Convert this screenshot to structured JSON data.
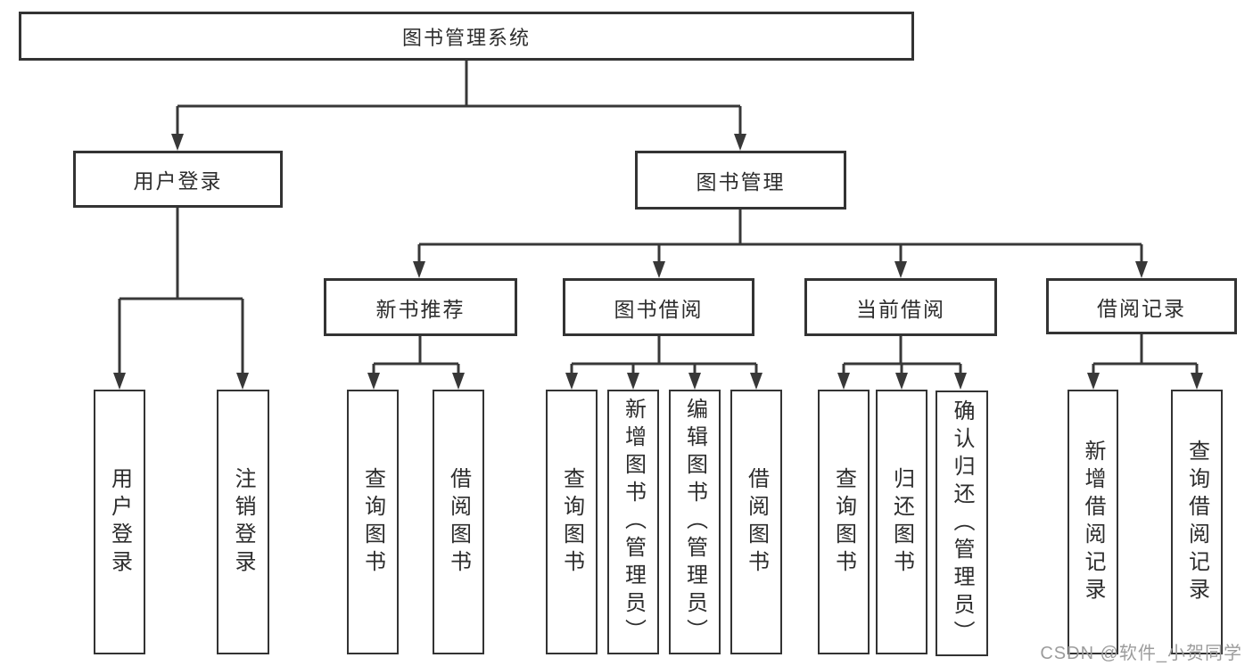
{
  "nodes": {
    "root": "图书管理系统",
    "user_login": "用户登录",
    "book_mgmt": "图书管理",
    "new_book_rec": "新书推荐",
    "book_borrow": "图书借阅",
    "current_borrow": "当前借阅",
    "borrow_records": "借阅记录",
    "ul_login": "用户登录",
    "ul_logout": "注销登录",
    "nb_query": "查询图书",
    "nb_borrow": "借阅图书",
    "bb_query": "查询图书",
    "bb_add": "新增图书（管理员）",
    "bb_edit": "编辑图书（管理员）",
    "bb_borrow": "借阅图书",
    "cb_query": "查询图书",
    "cb_return": "归还图书",
    "cb_confirm": "确认归还（管理员）",
    "br_add": "新增借阅记录",
    "br_query": "查询借阅记录"
  },
  "hierarchy": {
    "图书管理系统": {
      "用户登录": [
        "用户登录",
        "注销登录"
      ],
      "图书管理": {
        "新书推荐": [
          "查询图书",
          "借阅图书"
        ],
        "图书借阅": [
          "查询图书",
          "新增图书（管理员）",
          "编辑图书（管理员）",
          "借阅图书"
        ],
        "当前借阅": [
          "查询图书",
          "归还图书",
          "确认归还（管理员）"
        ],
        "借阅记录": [
          "新增借阅记录",
          "查询借阅记录"
        ]
      }
    }
  },
  "watermark": "CSDN @软件_小贺同学",
  "colors": {
    "line": "#383838",
    "box_border": "#333333",
    "text": "#2d2d2d",
    "background": "#ffffff",
    "watermark": "#9c9c9c"
  }
}
